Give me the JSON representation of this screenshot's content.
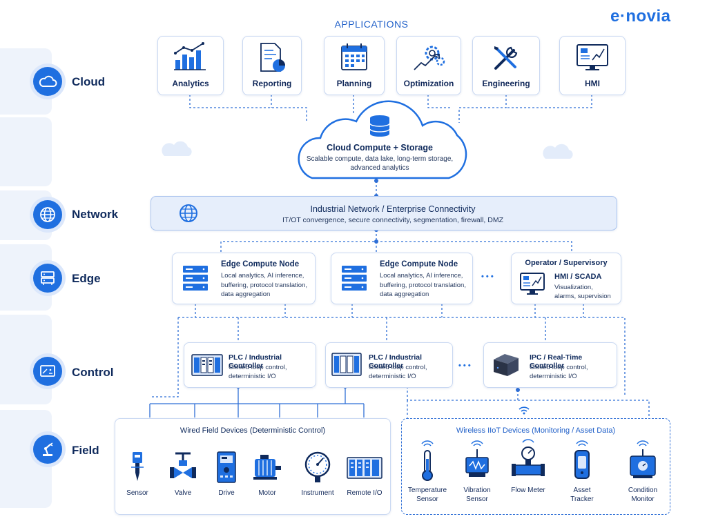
{
  "brand": "e·novia",
  "applications": {
    "title": "APPLICATIONS",
    "items": [
      {
        "label": "Analytics",
        "icon": "analytics-chart-icon"
      },
      {
        "label": "Reporting",
        "icon": "report-document-icon"
      },
      {
        "label": "Planning",
        "icon": "calendar-icon"
      },
      {
        "label": "Optimization",
        "icon": "gears-trend-icon"
      },
      {
        "label": "Engineering",
        "icon": "tools-icon"
      },
      {
        "label": "HMI",
        "icon": "monitor-icon"
      }
    ]
  },
  "layers": [
    {
      "label": "Cloud",
      "icon": "cloud-icon"
    },
    {
      "label": "Network",
      "icon": "globe-icon"
    },
    {
      "label": "Edge",
      "icon": "server-icon"
    },
    {
      "label": "Control",
      "icon": "control-panel-icon"
    },
    {
      "label": "Field",
      "icon": "robot-arm-icon"
    }
  ],
  "cloud": {
    "title": "Cloud Compute + Storage",
    "line1": "Scalable compute, data lake, long-term storage,",
    "line2": "advanced analytics"
  },
  "network": {
    "title": "Industrial Network / Enterprise Connectivity",
    "subtitle": "IT/OT convergence, secure connectivity, segmentation, firewall, DMZ"
  },
  "edge": {
    "nodes": [
      {
        "title": "Edge Compute Node",
        "lines": [
          "Local analytics, AI inference,",
          "buffering, protocol translation,",
          "data aggregation"
        ]
      },
      {
        "title": "Edge Compute Node",
        "lines": [
          "Local analytics, AI inference,",
          "buffering, protocol translation,",
          "data aggregation"
        ]
      }
    ],
    "ellipsis": "• • •",
    "supervisory": {
      "title": "Operator / Supervisory",
      "subtitle": "HMI / SCADA",
      "lines": [
        "Visualization,",
        "alarms, supervision"
      ]
    }
  },
  "control": {
    "nodes": [
      {
        "title": "PLC / Industrial Controller",
        "lines": [
          "Closed-loop control,",
          "deterministic I/O"
        ]
      },
      {
        "title": "PLC / Industrial Controller",
        "lines": [
          "Closed-loop control,",
          "deterministic I/O"
        ]
      },
      {
        "title": "IPC / Real-Time Controller",
        "lines": [
          "Closed-loop control,",
          "deterministic I/O"
        ]
      }
    ],
    "ellipsis": "• • •"
  },
  "field": {
    "wired": {
      "title": "Wired Field Devices (Deterministic Control)",
      "devices": [
        "Sensor",
        "Valve",
        "Drive",
        "Motor",
        "Instrument",
        "Remote I/O"
      ]
    },
    "wireless": {
      "title": "Wireless IIoT Devices (Monitoring / Asset Data)",
      "devices": [
        {
          "l1": "Temperature",
          "l2": "Sensor"
        },
        {
          "l1": "Vibration",
          "l2": "Sensor"
        },
        {
          "l1": "Flow Meter",
          "l2": ""
        },
        {
          "l1": "Asset",
          "l2": "Tracker"
        },
        {
          "l1": "Condition",
          "l2": "Monitor"
        }
      ]
    }
  },
  "colors": {
    "accent": "#1f6fe0",
    "dark": "#0f2a5c",
    "border": "#c9d8f2",
    "band": "#eef3fb"
  }
}
